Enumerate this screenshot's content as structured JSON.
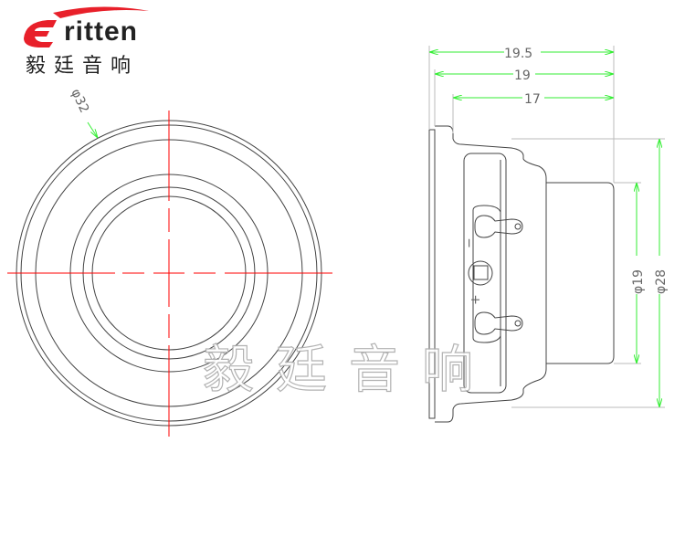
{
  "logo": {
    "brand_en": "ritten",
    "brand_initial": "E",
    "brand_cn": "毅廷音响",
    "accent_color": "#e8202a"
  },
  "front_view": {
    "diameter_label": "φ32",
    "center_line_color": "#ff0000"
  },
  "side_view": {
    "dimensions": {
      "overall_depth": "19.5",
      "body_depth": "19",
      "magnet_depth": "17",
      "magnet_diameter": "φ19",
      "frame_diameter": "φ28"
    },
    "terminal_labels": {
      "negative": "−",
      "positive": "+"
    },
    "dimension_line_color": "#33ee33"
  },
  "watermark": {
    "text": "毅廷音响"
  }
}
